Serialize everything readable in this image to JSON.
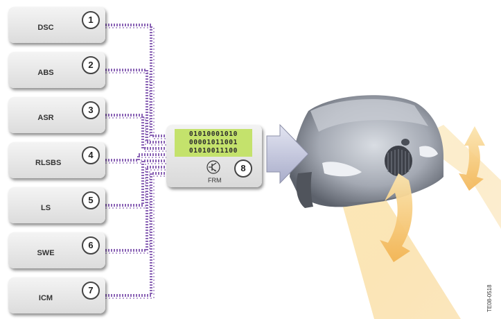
{
  "modules": [
    {
      "label": "DSC",
      "number": "1"
    },
    {
      "label": "ABS",
      "number": "2"
    },
    {
      "label": "ASR",
      "number": "3"
    },
    {
      "label": "RLSBS",
      "number": "4"
    },
    {
      "label": "LS",
      "number": "5"
    },
    {
      "label": "SWE",
      "number": "6"
    },
    {
      "label": "ICM",
      "number": "7"
    }
  ],
  "frm": {
    "label": "FRM",
    "number": "8",
    "code_lines": [
      "01010001010",
      "00001011001",
      "01010011100"
    ]
  },
  "figure_id": "TE08-0518",
  "colors": {
    "bus_line": "#8a63b5",
    "code_background": "#c4e26c",
    "arrow": "#b9bcd4",
    "light_beam": "#f6c56e"
  }
}
